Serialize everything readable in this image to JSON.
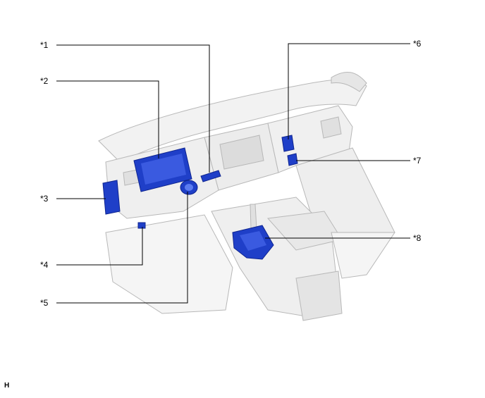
{
  "callouts": [
    {
      "id": "c1",
      "label": "*1"
    },
    {
      "id": "c2",
      "label": "*2"
    },
    {
      "id": "c3",
      "label": "*3"
    },
    {
      "id": "c4",
      "label": "*4"
    },
    {
      "id": "c5",
      "label": "*5"
    },
    {
      "id": "c6",
      "label": "*6"
    },
    {
      "id": "c7",
      "label": "*7"
    },
    {
      "id": "c8",
      "label": "*8"
    }
  ],
  "footer_code": "H",
  "colors": {
    "component_blue": "#1f3fc8",
    "component_blue_dark": "#0f2590",
    "component_highlight": "#5c7cf0",
    "dash_fill": "#f2f2f2",
    "dash_shadow": "#d8d8d8",
    "dash_stroke": "#b8b8b8",
    "leader_line": "#000000"
  }
}
